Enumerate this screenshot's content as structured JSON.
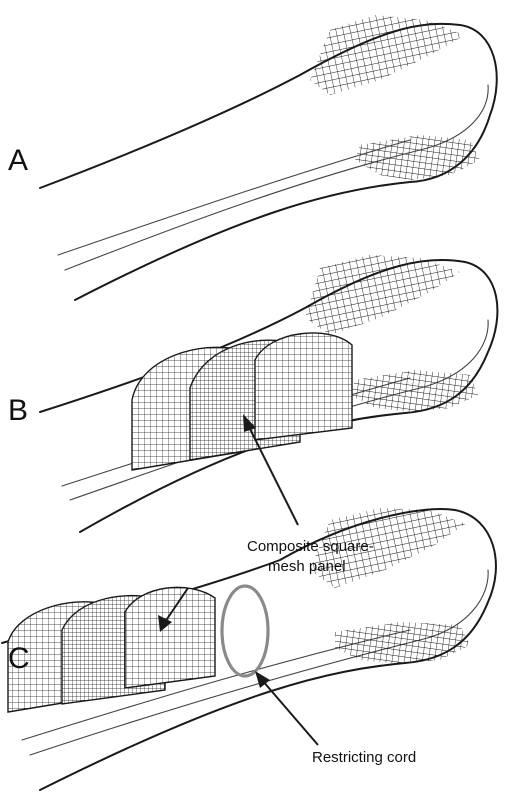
{
  "figure": {
    "panel_labels": [
      "A",
      "B",
      "C"
    ],
    "callouts": {
      "panel_line1": "Composite square-",
      "panel_line2": "mesh panel",
      "cord": "Restricting cord"
    }
  }
}
